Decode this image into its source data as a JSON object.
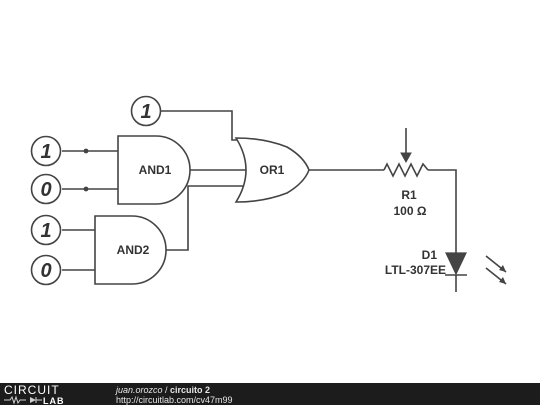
{
  "inputs": [
    "1",
    "1",
    "0",
    "1",
    "0"
  ],
  "gates": {
    "and1": "AND1",
    "and2": "AND2",
    "or1": "OR1"
  },
  "resistor": {
    "name": "R1",
    "value": "100 Ω"
  },
  "diode": {
    "name": "D1",
    "part": "LTL-307EE"
  },
  "footer": {
    "logo_left": "CIRCUIT",
    "logo_right": "LAB",
    "author": "juan.orozco",
    "separator": " / ",
    "title": "circuito 2",
    "url": "http://circuitlab.com/cv47m99"
  }
}
